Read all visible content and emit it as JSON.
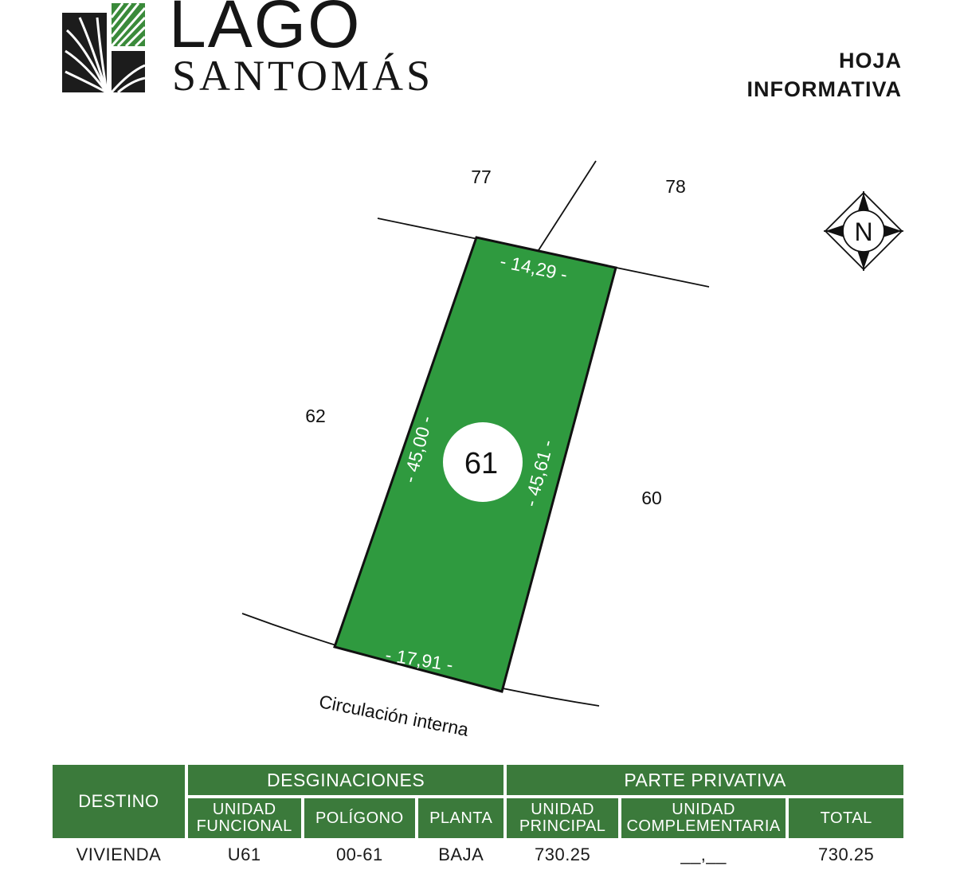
{
  "brand": {
    "line1": "LAGO",
    "line2": "SANTOMÁS"
  },
  "header": {
    "line1": "HOJA",
    "line2": "INFORMATIVA"
  },
  "plan": {
    "lot_number": "61",
    "neighbors": {
      "north_left": "77",
      "north_right": "78",
      "west": "62",
      "east": "60"
    },
    "dimensions": {
      "top": "- 14,29 -",
      "left": "- 45,00 -",
      "right": "- 45,61 -",
      "bottom": "- 17,91 -"
    },
    "road_label": "Circulación interna",
    "compass_label": "N",
    "lot_color": "#2f9a3f"
  },
  "table": {
    "headers": {
      "destino": "DESTINO",
      "designaciones": "DESGINACIONES",
      "parte_privativa": "PARTE PRIVATIVA",
      "unidad_funcional": [
        "UNIDAD",
        "FUNCIONAL"
      ],
      "poligono": "POLÍGONO",
      "planta": "PLANTA",
      "unidad_principal": [
        "UNIDAD",
        "PRINCIPAL"
      ],
      "unidad_complementaria": [
        "UNIDAD",
        "COMPLEMENTARIA"
      ],
      "total": "TOTAL"
    },
    "row": {
      "destino": "VIVIENDA",
      "unidad_funcional": "U61",
      "poligono": "00-61",
      "planta": "BAJA",
      "unidad_principal": "730.25",
      "unidad_complementaria": "__,__",
      "total": "730.25"
    },
    "header_color": "#3b7a3b"
  }
}
